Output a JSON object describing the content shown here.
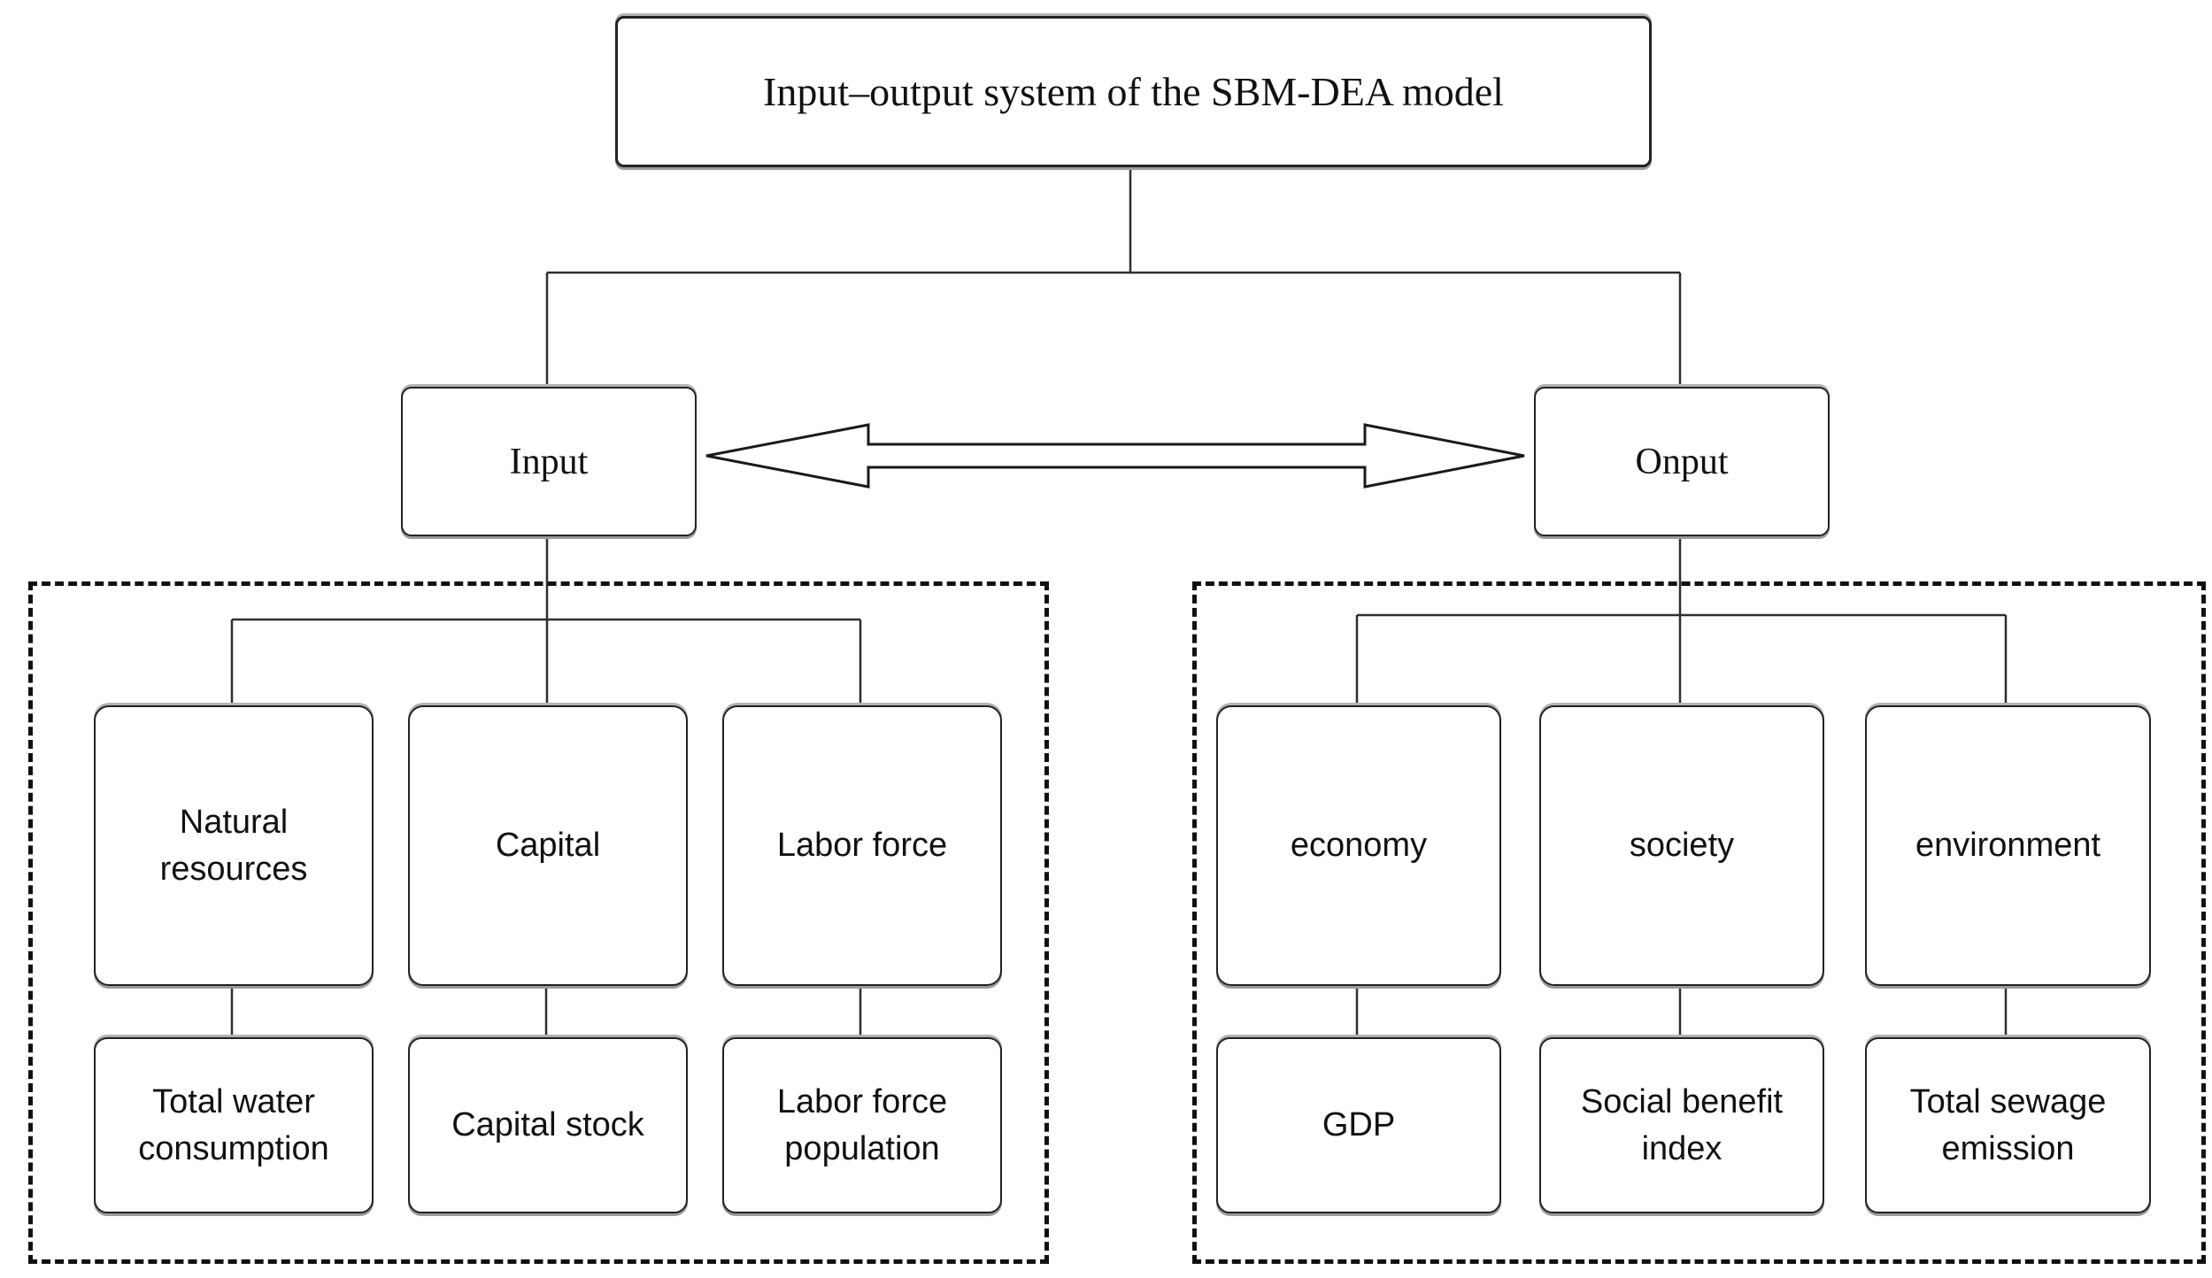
{
  "title": "Input–output system of the SBM-DEA model",
  "ink_color": "#1a1a1a",
  "input_node": {
    "label": "Input"
  },
  "output_node": {
    "label": "Onput"
  },
  "input_group": {
    "categories": [
      {
        "label": "Natural resources",
        "indicator": "Total water consumption"
      },
      {
        "label": "Capital",
        "indicator": "Capital stock"
      },
      {
        "label": "Labor force",
        "indicator": "Labor force population"
      }
    ]
  },
  "output_group": {
    "categories": [
      {
        "label": "economy",
        "indicator": "GDP"
      },
      {
        "label": "society",
        "indicator": "Social benefit index"
      },
      {
        "label": "environment",
        "indicator": "Total sewage emission"
      }
    ]
  }
}
